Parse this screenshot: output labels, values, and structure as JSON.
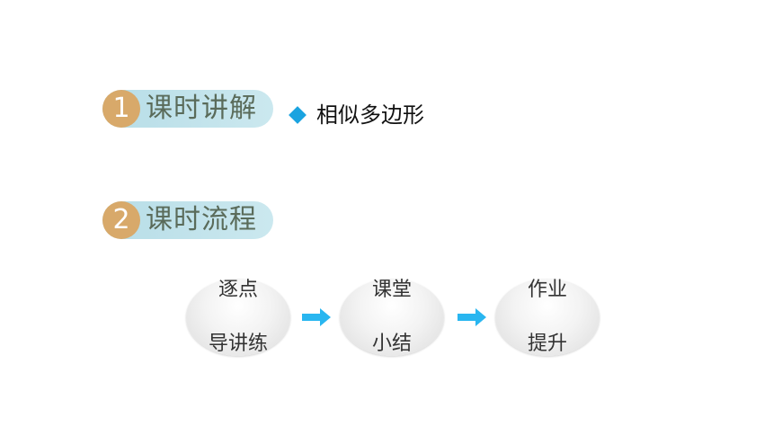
{
  "sections": [
    {
      "number": "1",
      "label": "课时讲解"
    },
    {
      "number": "2",
      "label": "课时流程"
    }
  ],
  "topic": {
    "icon": "diamond-icon",
    "text": "相似多边形"
  },
  "flow": {
    "steps": [
      {
        "line1": "逐点",
        "line2": "导讲练"
      },
      {
        "line1": "课堂",
        "line2": "小结"
      },
      {
        "line1": "作业",
        "line2": "提升"
      }
    ],
    "arrow_icon": "arrow-right-icon"
  },
  "colors": {
    "pill": "#b7dde7",
    "number_circle": "#d8a96a",
    "label_text": "#5a6b5a",
    "diamond": "#1aa3e0",
    "arrow": "#29b6f0"
  }
}
